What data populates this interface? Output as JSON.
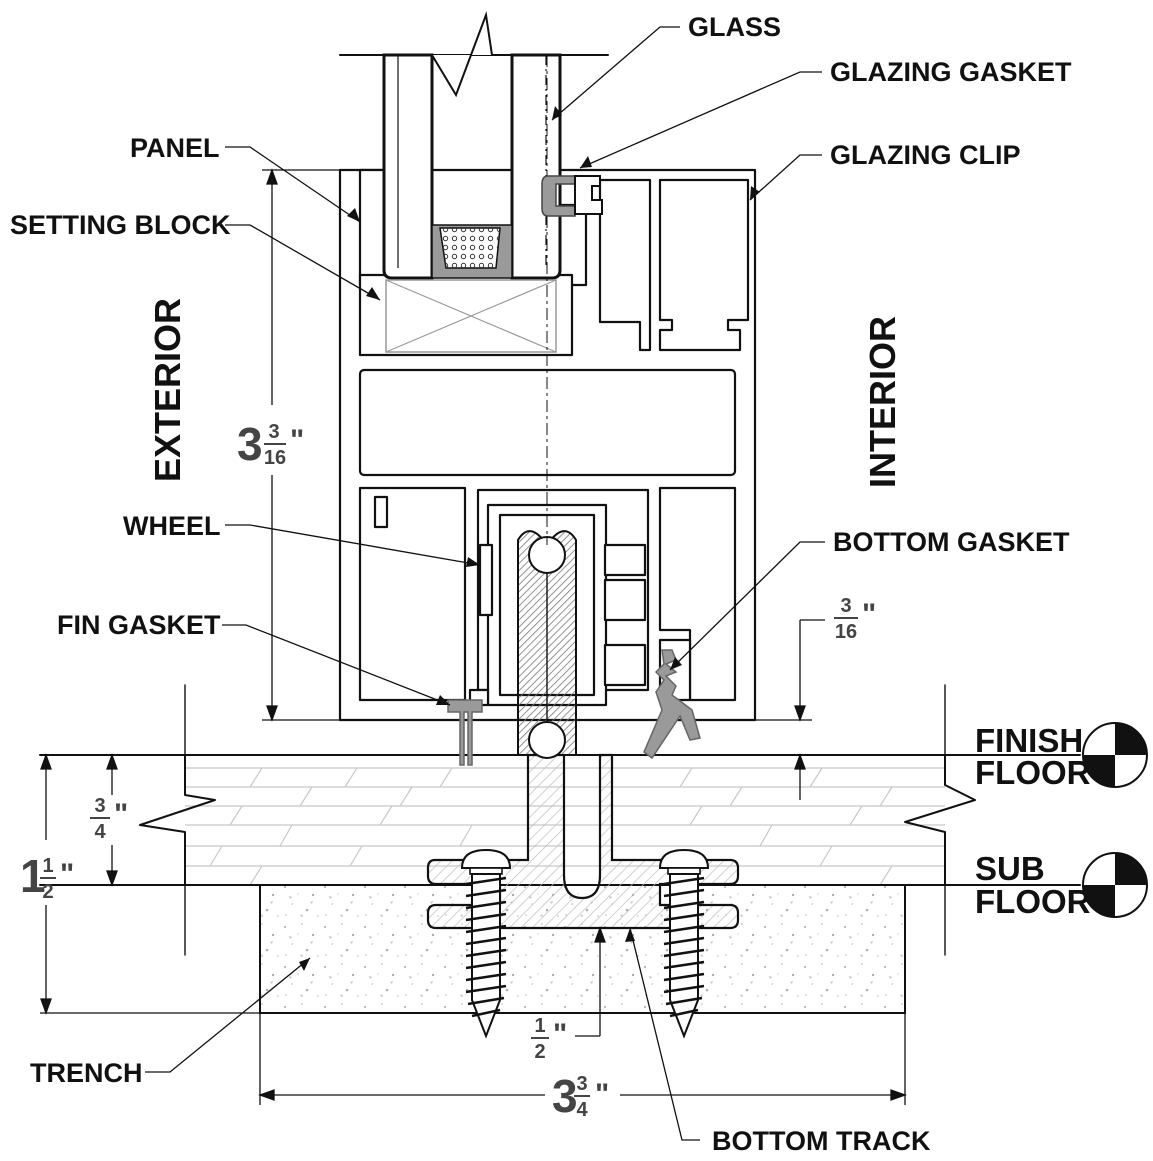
{
  "labels": {
    "glass": "GLASS",
    "glazing_gasket": "GLAZING GASKET",
    "panel": "PANEL",
    "glazing_clip": "GLAZING CLIP",
    "setting_block": "SETTING BLOCK",
    "exterior": "EXTERIOR",
    "interior": "INTERIOR",
    "wheel": "WHEEL",
    "bottom_gasket": "BOTTOM GASKET",
    "fin_gasket": "FIN GASKET",
    "finish_floor_1": "FINISH",
    "finish_floor_2": "FLOOR",
    "sub_floor_1": "SUB",
    "sub_floor_2": "FLOOR",
    "trench": "TRENCH",
    "bottom_track": "BOTTOM TRACK"
  },
  "dimensions": {
    "panel_height": {
      "whole": "3",
      "num": "3",
      "den": "16",
      "unit": "\""
    },
    "gap": {
      "whole": "",
      "num": "3",
      "den": "16",
      "unit": "\""
    },
    "finish_thick": {
      "whole": "",
      "num": "3",
      "den": "4",
      "unit": "\""
    },
    "total_depth": {
      "whole": "1",
      "num": "1",
      "den": "2",
      "unit": "\""
    },
    "track_base": {
      "whole": "",
      "num": "1",
      "den": "2",
      "unit": "\""
    },
    "trench_width": {
      "whole": "3",
      "num": "3",
      "den": "4",
      "unit": "\""
    }
  },
  "colors": {
    "line": "#111111",
    "gasket": "#9a9a9a",
    "dim_text": "#444444",
    "hatch": "#bdbdbd"
  }
}
